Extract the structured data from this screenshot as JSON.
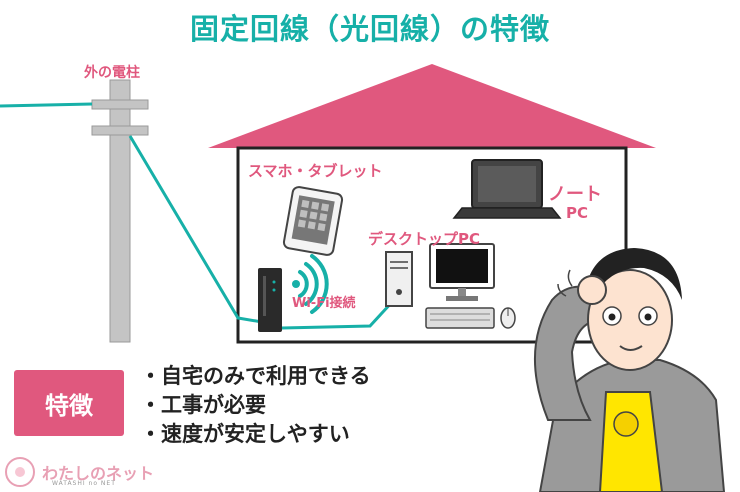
{
  "title": "固定回線（光回線）の特徴",
  "labels": {
    "pole": "外の電柱",
    "smartphone": "スマホ・タブレット",
    "notebook_line1": "ノート",
    "notebook_line2": "PC",
    "desktop": "デスクトップPC",
    "wifi": "Wi-Fi接続"
  },
  "features_badge": "特徴",
  "features": [
    "・自宅のみで利用できる",
    "・工事が必要",
    "・速度が安定しやすい"
  ],
  "logo": {
    "name": "わたしのネット",
    "sub": "WATASHI no NET"
  },
  "colors": {
    "teal": "#17b0a8",
    "pink": "#e0587e",
    "gray": "#c4c4c4"
  },
  "icons": [
    "pole-icon",
    "house-icon",
    "router-icon",
    "wifi-icon",
    "smartphone-icon",
    "laptop-icon",
    "desktop-tower-icon",
    "monitor-icon",
    "keyboard-icon",
    "mouse-icon",
    "person-illustration",
    "logo-icon"
  ]
}
